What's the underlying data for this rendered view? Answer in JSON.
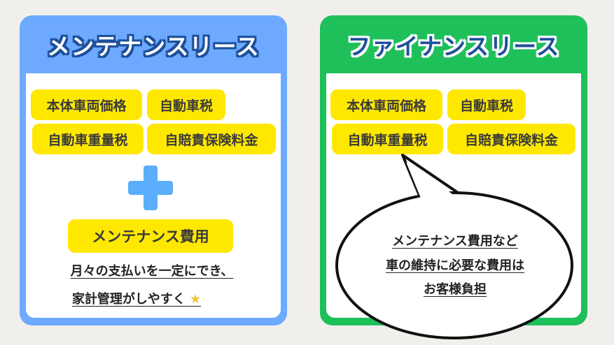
{
  "maintenance": {
    "title": "メンテナンスリース",
    "items": [
      "本体車両価格",
      "自動車税",
      "自動車重量税",
      "自賠責保険料金"
    ],
    "plus_icon": "plus-icon",
    "extra": "メンテナンス費用",
    "note_lines": [
      "月々の支払いを一定にでき、",
      "家計管理がしやすく"
    ],
    "sparkle_icon": "sparkle-star-icon",
    "color": "#6daaff"
  },
  "finance": {
    "title": "ファイナンスリース",
    "items": [
      "本体車両価格",
      "自動車税",
      "自動車重量税",
      "自賠責保険料金"
    ],
    "bubble_lines": [
      "メンテナンス費用など",
      "車の維持に必要な費用は",
      "お客様負担"
    ],
    "color": "#1fbf5a"
  }
}
